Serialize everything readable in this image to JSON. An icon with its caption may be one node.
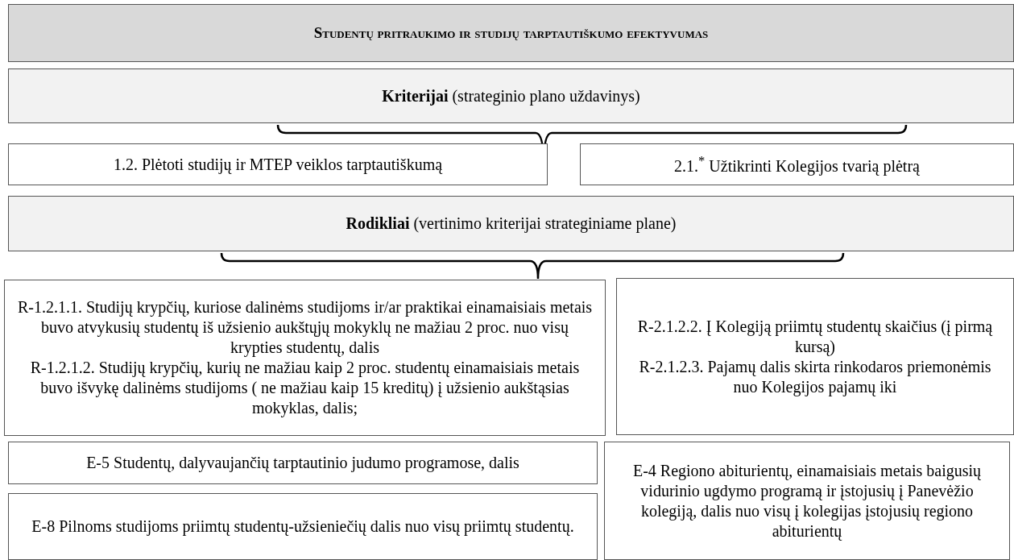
{
  "diagram": {
    "nodes": [
      {
        "text": [
          "Studentų pritraukimo  ir studijų tarptautiškumo efektyvumas"
        ]
      },
      {
        "text": [
          "**Kriterijai**  (strateginio plano uždavinys)"
        ]
      },
      {
        "text": [
          "1.2. Plėtoti studijų ir MTEP veiklos tarptautiškumą"
        ]
      },
      {
        "text": [
          "2.1.$^{*}$ Užtikrinti Kolegijos tvarią plėtrą"
        ]
      },
      {
        "text": [
          "**Rodikliai**  (vertinimo kriterijai strateginiame plane)"
        ]
      },
      {
        "text": [
          "R-1.2.1.1. Studijų krypčių, kuriose dalinėms studijoms ir/ar praktikai einamaisiais metais buvo atvykusių studentų iš užsienio aukštųjų mokyklų ne mažiau 2 proc. nuo visų krypties studentų, dalis",
          "R-1.2.1.2. Studijų krypčių, kurių ne mažiau kaip 2 proc. studentų einamaisiais metais buvo išvykę dalinėms studijoms ( ne mažiau kaip 15 kreditų) į užsienio aukštąsias mokyklas, dalis;"
        ]
      },
      {
        "text": [
          "R-2.1.2.2. Į Kolegiją priimtų studentų skaičius  (į pirmą kursą)",
          "R-2.1.2.3. Pajamų dalis skirta rinkodaros priemonėmis nuo Kolegijos pajamų iki"
        ]
      },
      {
        "text": [
          "E-5 Studentų, dalyvaujančių  tarptautinio judumo programose, dalis"
        ]
      },
      {
        "text": [
          "E-8 Pilnoms studijoms priimtų studentų-užsieniečių dalis nuo visų priimtų studentų."
        ]
      },
      {
        "text": [
          "E-4 Regiono abiturientų, einamaisiais metais baigusių vidurinio ugdymo programą ir įstojusių į Panevėžio kolegiją, dalis nuo visų į kolegijas įstojusių regiono abiturientų"
        ]
      }
    ]
  }
}
